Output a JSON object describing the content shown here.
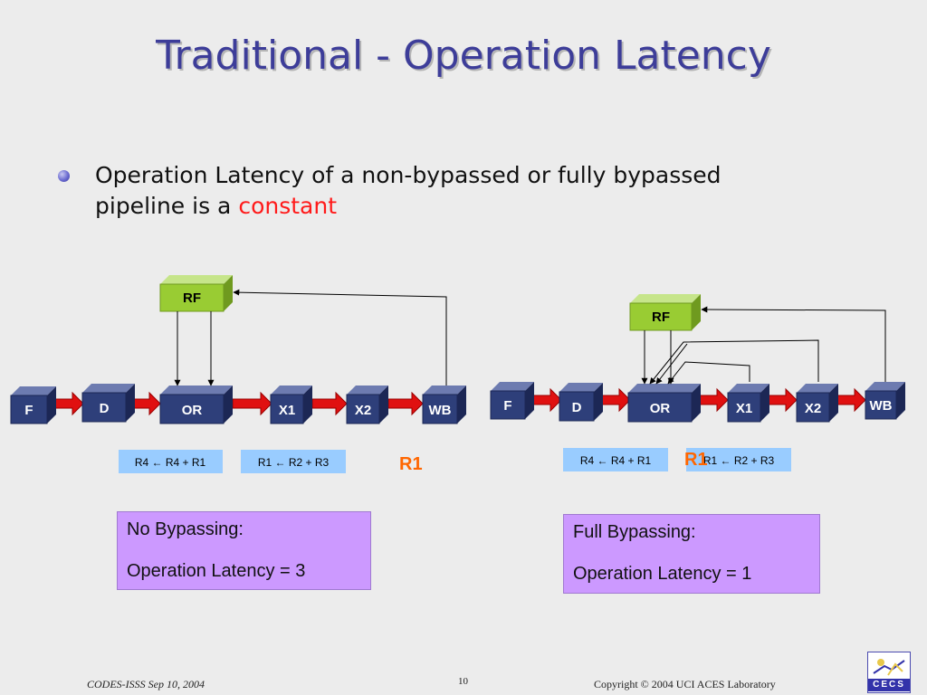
{
  "title": "Traditional - Operation Latency",
  "bullet": {
    "text_main": "Operation Latency of a non-bypassed or fully bypassed pipeline is a ",
    "text_highlight": "constant"
  },
  "left_pipeline": {
    "stages": [
      "F",
      "D",
      "OR",
      "X1",
      "X2",
      "WB"
    ],
    "rf_label": "RF",
    "instructions": [
      "R4 ← R4 + R1",
      "R1 ← R2 + R3"
    ],
    "register_label": "R1",
    "latency_caption": "No Bypassing:",
    "latency_value": "Operation Latency = 3"
  },
  "right_pipeline": {
    "stages": [
      "F",
      "D",
      "OR",
      "X1",
      "X2",
      "WB"
    ],
    "rf_label": "RF",
    "instructions": [
      "R4 ← R4 + R1",
      "R1 ← R2 + R3"
    ],
    "register_label": "R1",
    "latency_caption": "Full Bypassing:",
    "latency_value": "Operation Latency = 1"
  },
  "colors": {
    "title": "#3d3d99",
    "stage_box": "#2e3f7a",
    "rf_box": "#99cc33",
    "connector": "#dd1111",
    "instruction_box": "#99ccff",
    "latency_box": "#cc99ff",
    "register_label": "#ff6600"
  },
  "footer": {
    "left": "CODES-ISSS  Sep 10, 2004",
    "page_number": "10",
    "right": "Copyright © 2004  UCI ACES Laboratory"
  },
  "logo": {
    "text": "CECS"
  }
}
